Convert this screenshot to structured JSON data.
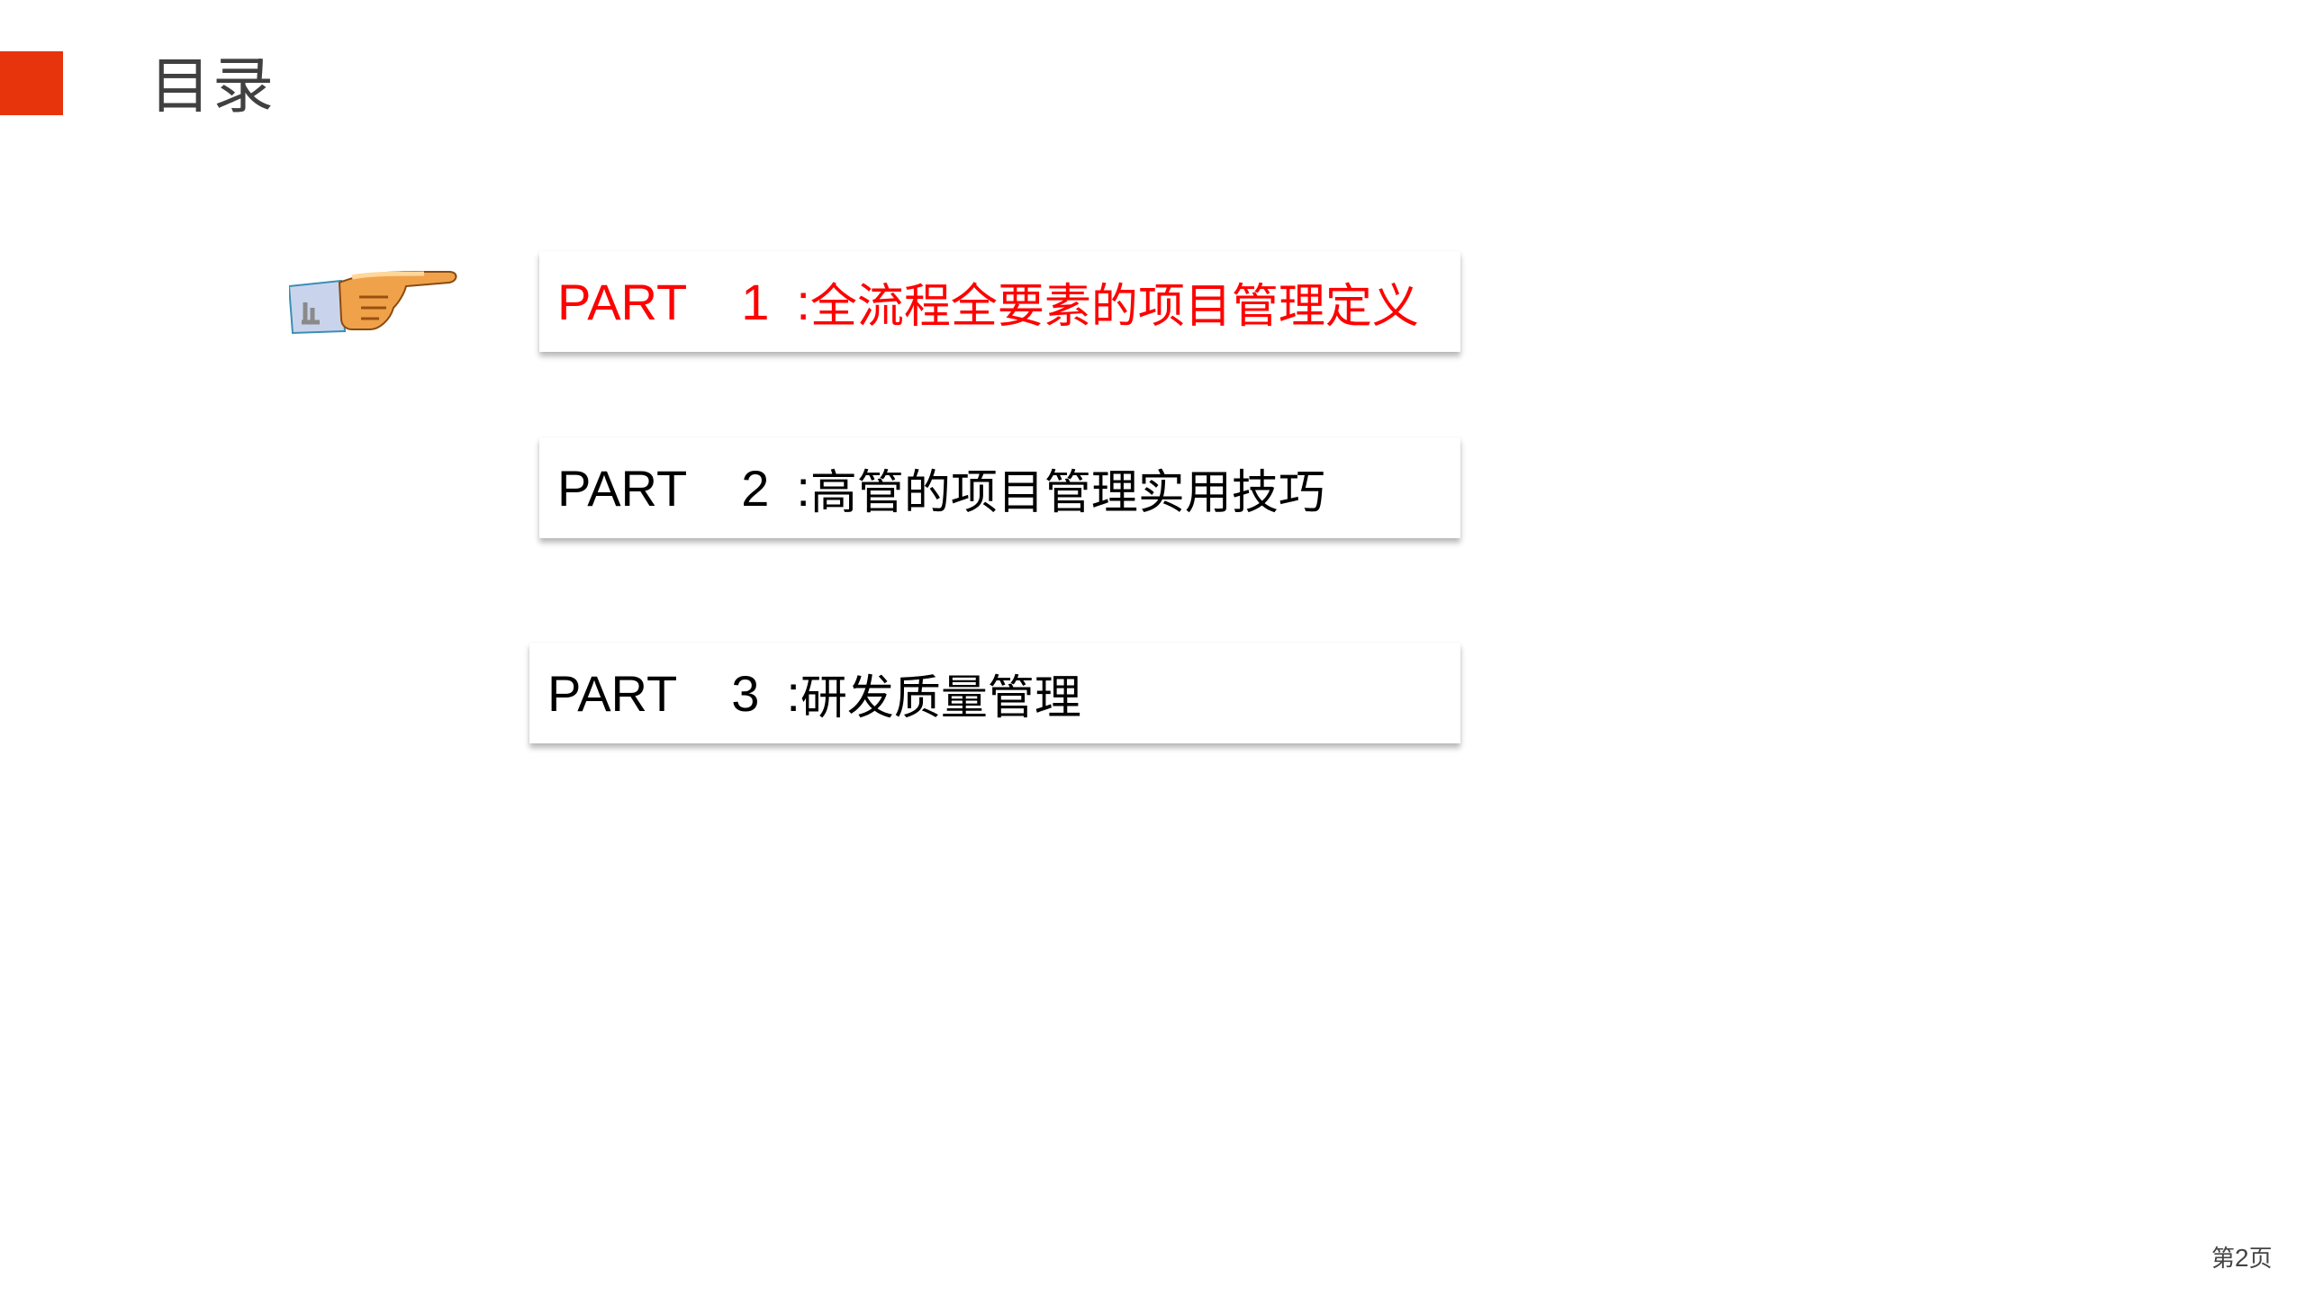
{
  "slide": {
    "title": "目录",
    "accent_color": "#e8340c",
    "active_color": "#ff0000",
    "text_color": "#000000",
    "pointer_icon": "pointing-hand-icon",
    "toc_items": [
      {
        "part": "PART",
        "number": "1",
        "colon": ":",
        "label": "全流程全要素的项目管理定义",
        "active": true
      },
      {
        "part": "PART",
        "number": "2",
        "colon": ":",
        "label": "高管的项目管理实用技巧",
        "active": false
      },
      {
        "part": "PART",
        "number": "3",
        "colon": ":",
        "label": "研发质量管理",
        "active": false
      }
    ],
    "page_number": {
      "prefix": "第",
      "number": "2",
      "suffix": "页"
    }
  }
}
